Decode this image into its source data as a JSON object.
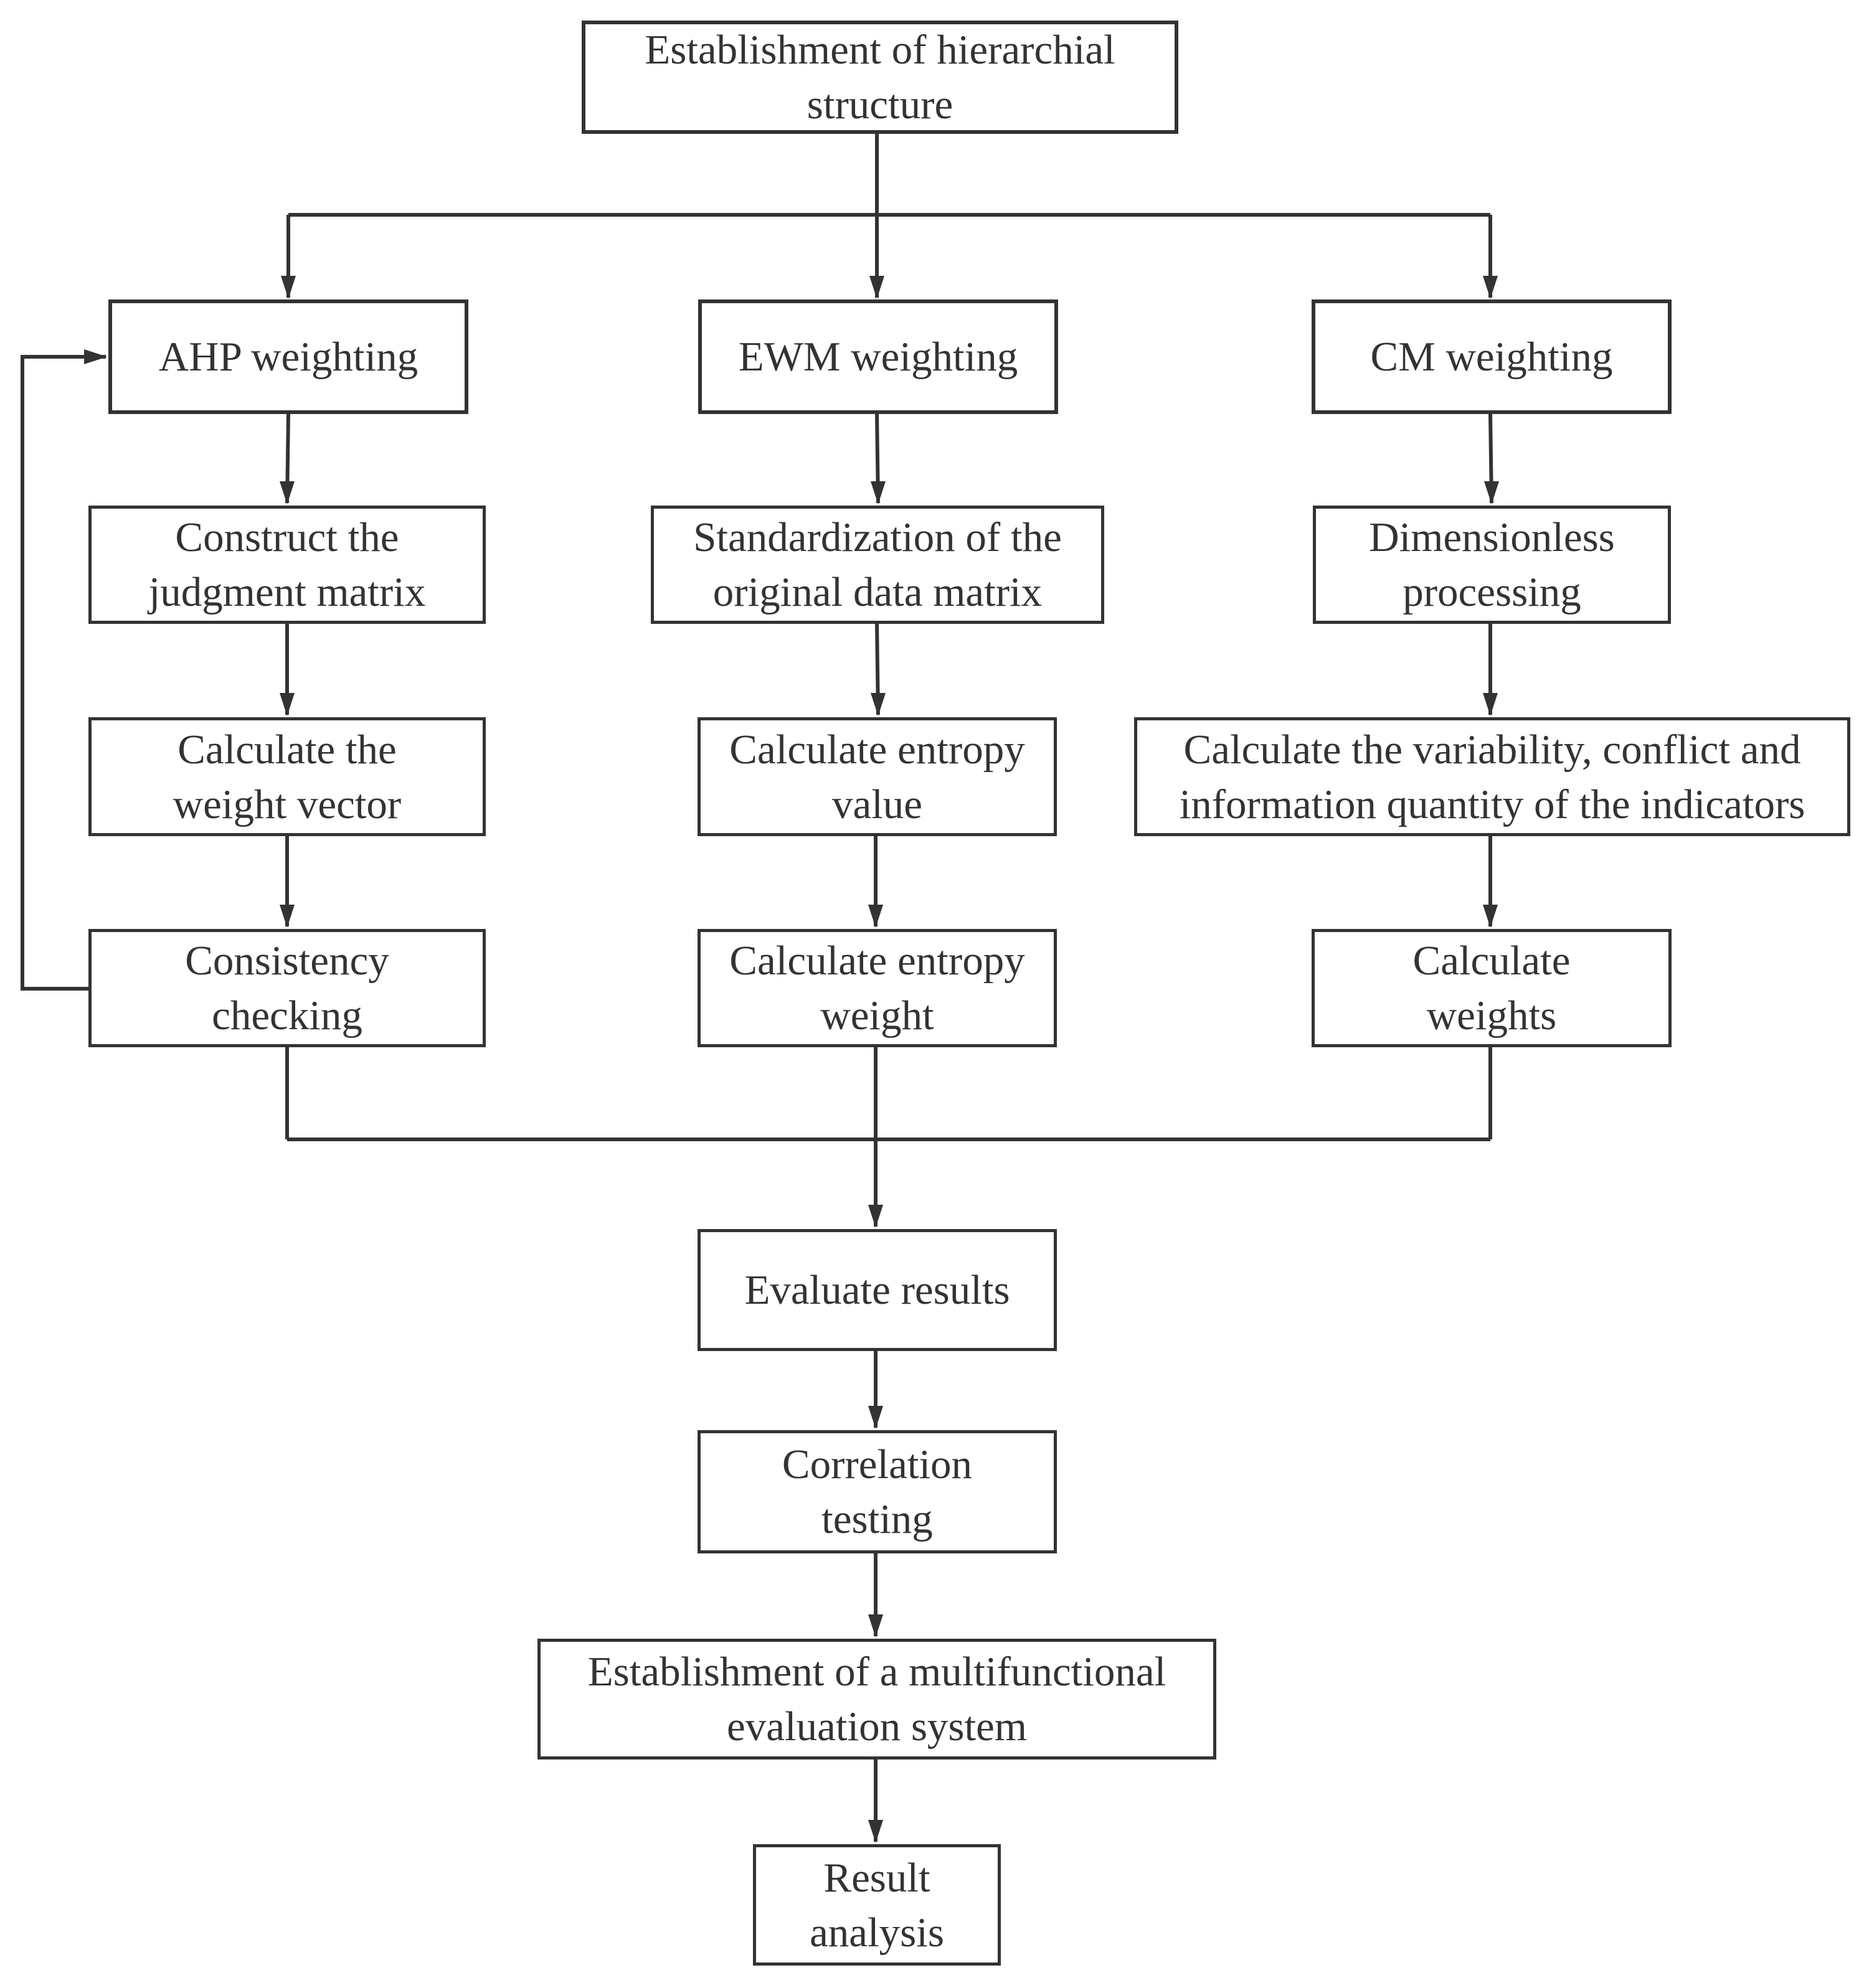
{
  "nodes": {
    "hierarchy": "Establishment of hierarchial\nstructure",
    "ahp": "AHP weighting",
    "ewm": "EWM weighting",
    "cm": "CM weighting",
    "ahp_step1": "Construct the\njudgment matrix",
    "ahp_step2": "Calculate the\nweight vector",
    "ahp_step3": "Consistency\nchecking",
    "ewm_step1": "Standardization of the\noriginal data matrix",
    "ewm_step2": "Calculate entropy\nvalue",
    "ewm_step3": "Calculate entropy\nweight",
    "cm_step1": "Dimensionless\nprocessing",
    "cm_step2": "Calculate the variability, conflict and\ninformation quantity of the indicators",
    "cm_step3": "Calculate\nweights",
    "evaluate": "Evaluate results",
    "correlation": "Correlation\ntesting",
    "system": "Establishment of a multifunctional\nevaluation system",
    "analysis": "Result\nanalysis"
  },
  "colors": {
    "stroke": "#333333",
    "background": "#ffffff",
    "text": "#333333"
  }
}
